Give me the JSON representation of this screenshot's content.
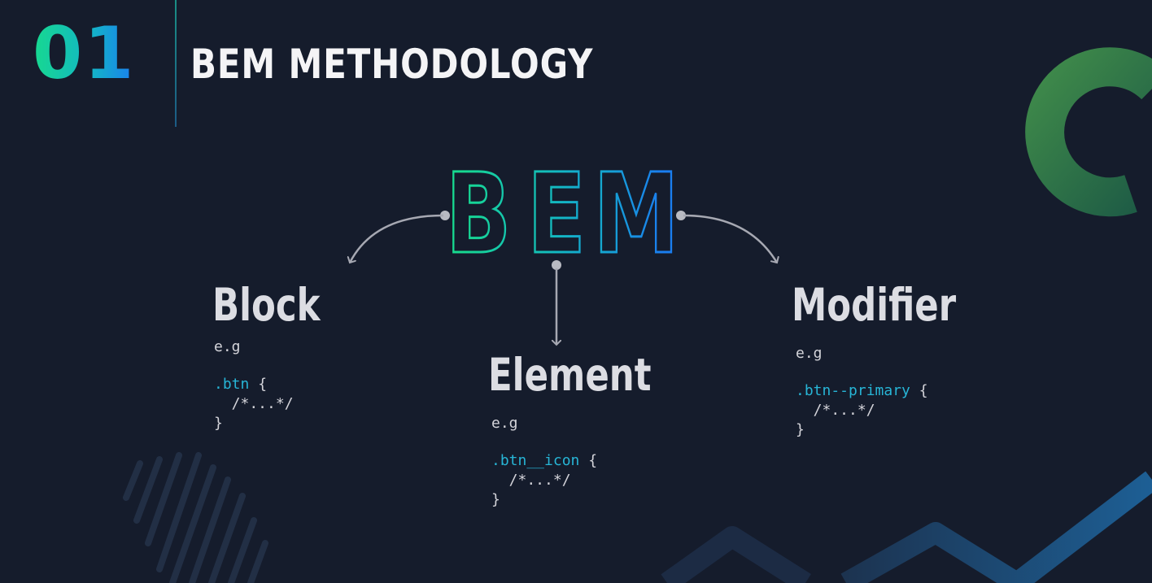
{
  "header": {
    "slide_number": "01",
    "title": "BEM METHODOLOGY"
  },
  "bem_letters": [
    "B",
    "E",
    "M"
  ],
  "concepts": {
    "block": {
      "label": "Block",
      "eg": "e.g",
      "selector": ".btn",
      "open": " {",
      "comment": "  /*...*/",
      "close": "}"
    },
    "element": {
      "label": "Element",
      "eg": "e.g",
      "selector": ".btn__icon",
      "open": " {",
      "comment": "  /*...*/",
      "close": "}"
    },
    "modifier": {
      "label": "Modifier",
      "eg": "e.g",
      "selector": ".btn--primary",
      "open": " {",
      "comment": "  /*...*/",
      "close": "}"
    }
  },
  "colors": {
    "background": "#151c2c",
    "accent_green": "#17d98f",
    "accent_teal": "#13b7c4",
    "accent_blue": "#1a7ef0",
    "code_selector": "#27b5d6"
  }
}
